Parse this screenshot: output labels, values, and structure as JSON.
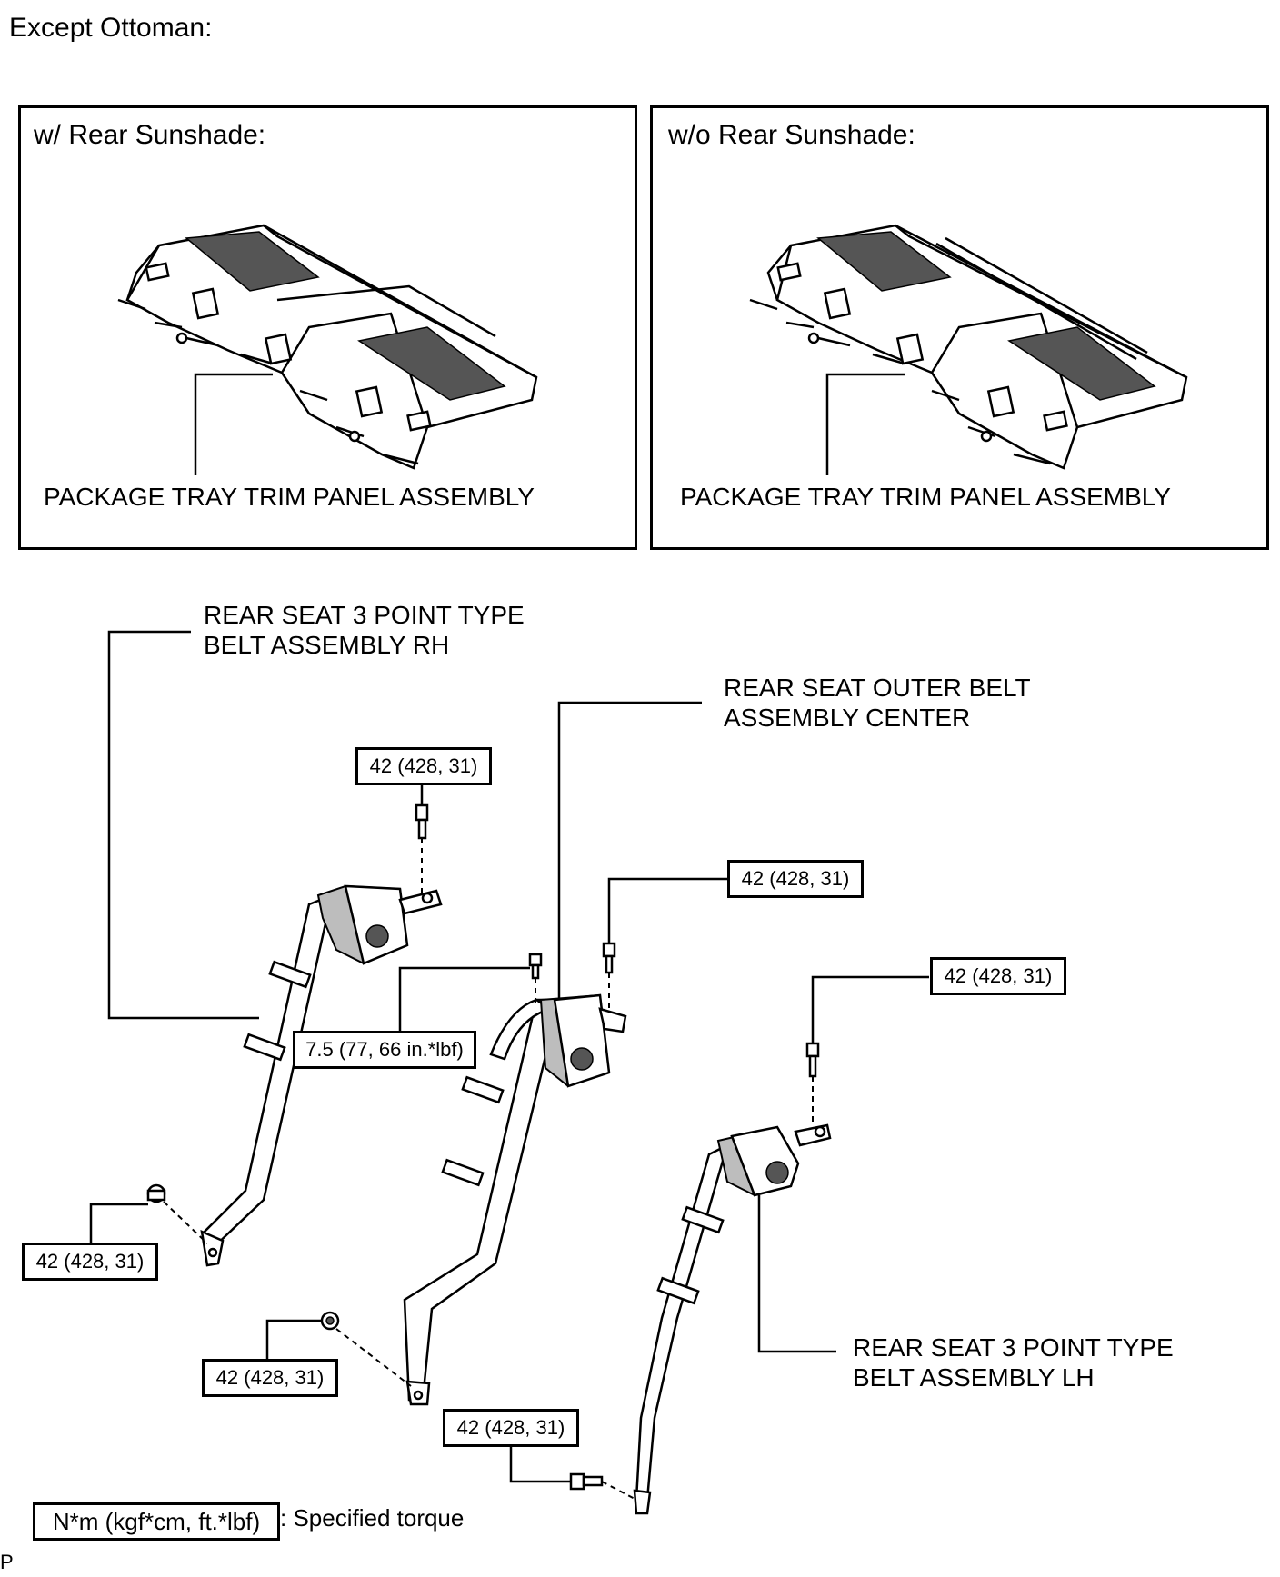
{
  "heading": "Except Ottoman:",
  "panels": [
    {
      "title": "w/ Rear Sunshade:",
      "label": "PACKAGE TRAY TRIM PANEL ASSEMBLY"
    },
    {
      "title": "w/o Rear Sunshade:",
      "label": "PACKAGE TRAY TRIM PANEL ASSEMBLY"
    }
  ],
  "labels": {
    "belt_rh_line1": "REAR SEAT 3 POINT TYPE",
    "belt_rh_line2": "BELT ASSEMBLY RH",
    "center_line1": "REAR SEAT OUTER BELT",
    "center_line2": "ASSEMBLY CENTER",
    "belt_lh_line1": "REAR SEAT 3 POINT TYPE",
    "belt_lh_line2": "BELT ASSEMBLY LH"
  },
  "torques": {
    "t1": "42 (428, 31)",
    "t2": "42 (428, 31)",
    "t3": "42 (428, 31)",
    "t4": "7.5 (77, 66 in.*lbf)",
    "t5": "42 (428, 31)",
    "t6": "42 (428, 31)",
    "t7": "42 (428, 31)"
  },
  "legend": {
    "box": "N*m (kgf*cm, ft.*lbf)",
    "text": ": Specified torque"
  },
  "corner_mark": "P"
}
